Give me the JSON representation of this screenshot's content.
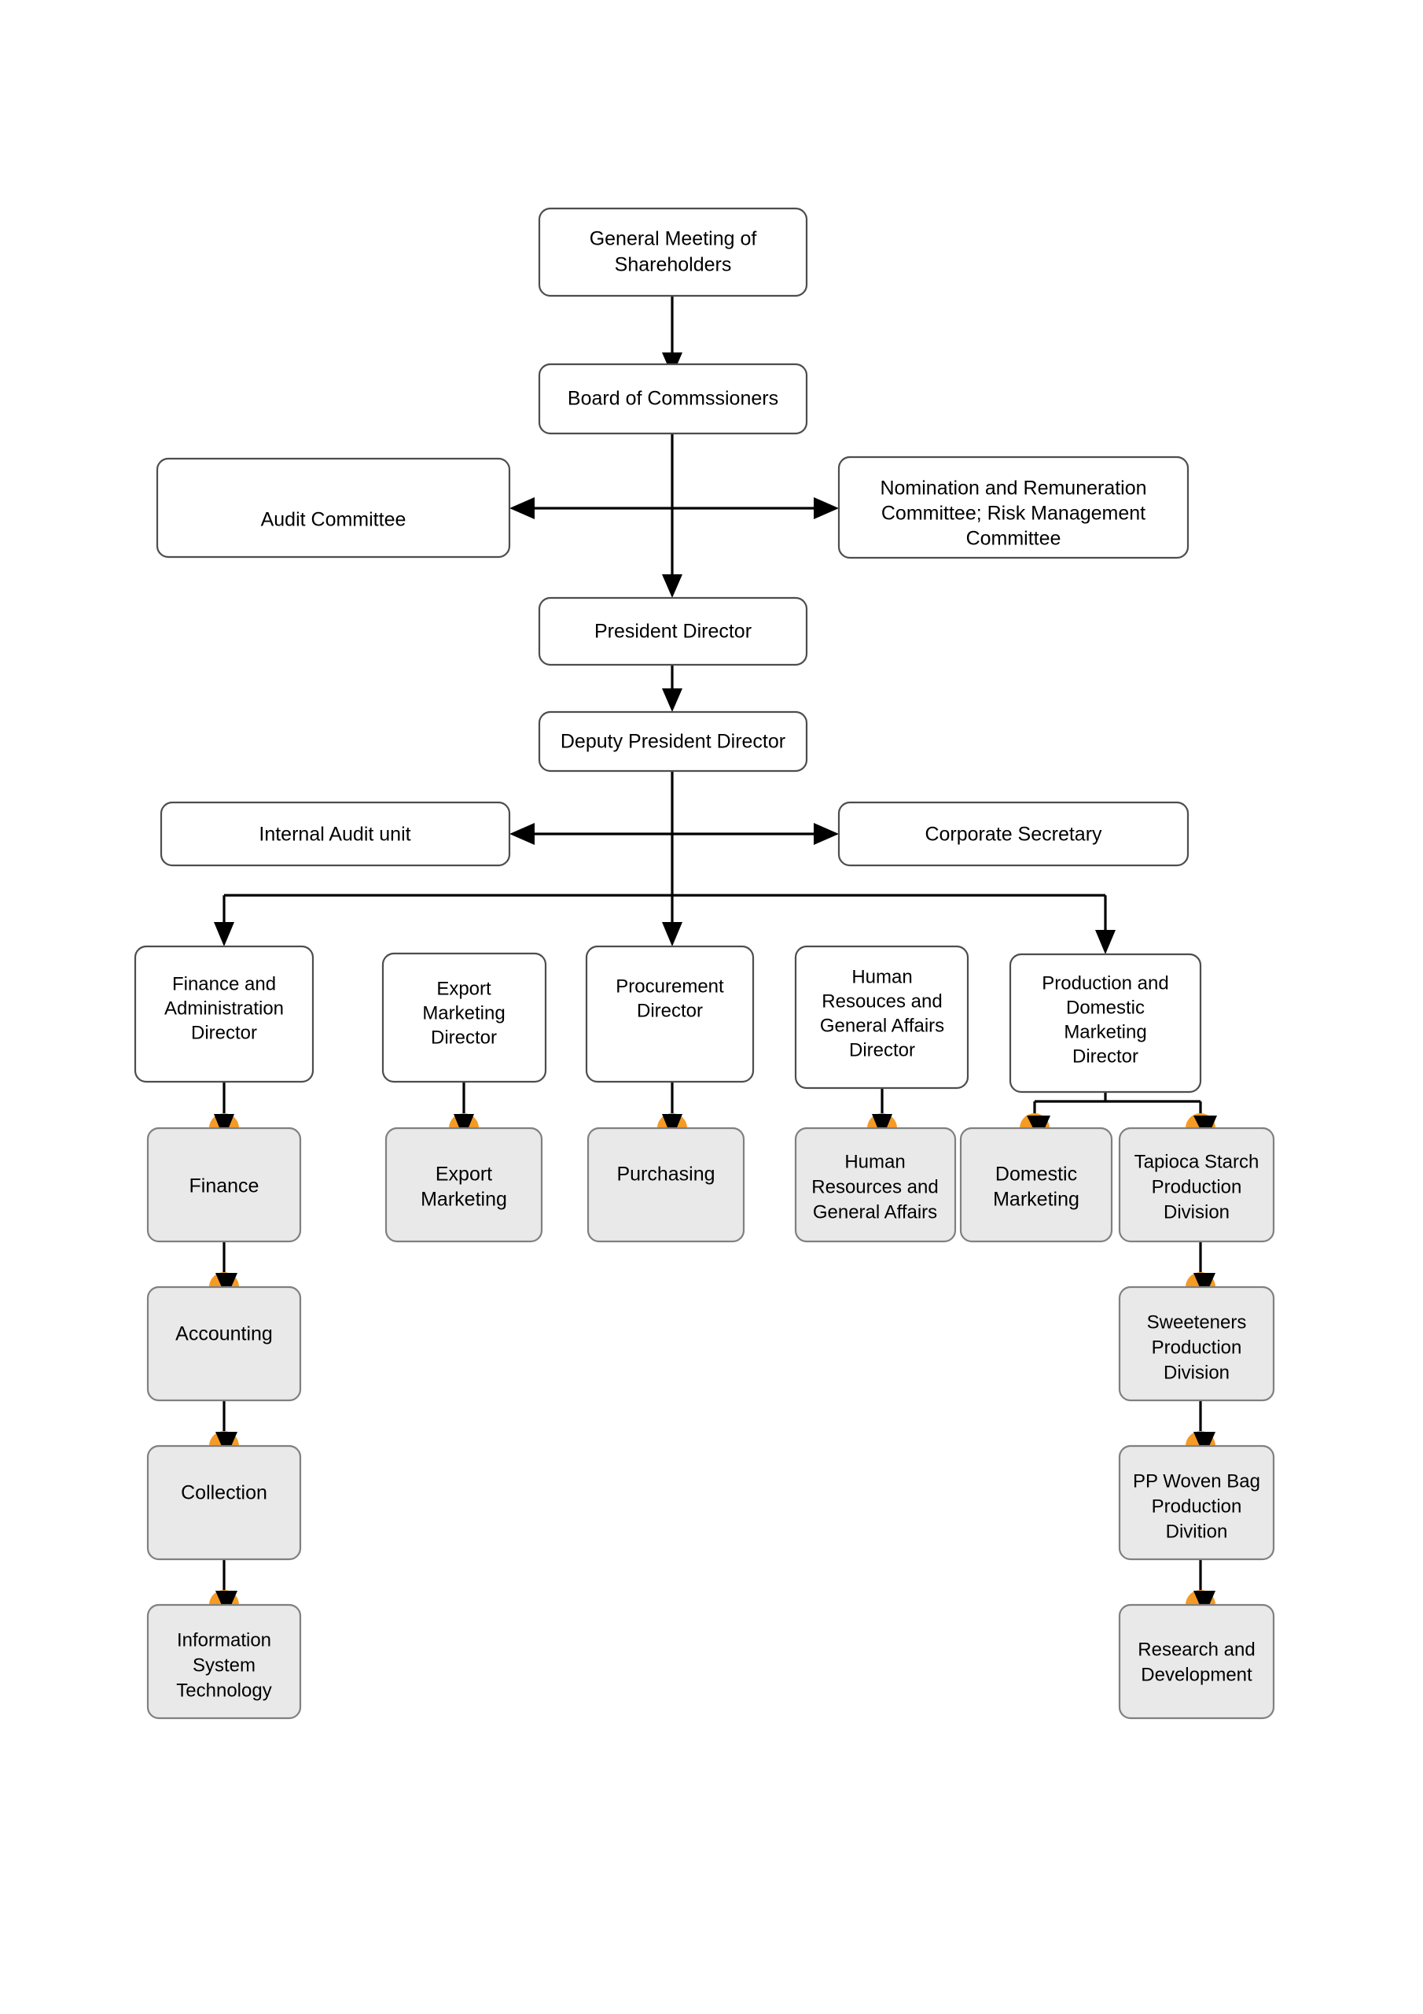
{
  "diagram": {
    "title": "Organizational Structure Chart",
    "colors": {
      "connector_dot": "#f59b25",
      "grey_node_fill": "#e9e9e9",
      "white_node_fill": "#ffffff",
      "node_stroke": "#4d4d4d",
      "grey_node_stroke": "#808080",
      "edge": "#000000"
    },
    "nodes": {
      "general_meeting": "General Meeting of Shareholders",
      "board_commissioners": "Board of Commssioners",
      "audit_committee": "Audit Committee",
      "nomination_committee": "Nomination and Remuneration Committee; Risk Management Committee",
      "president_director": "President Director",
      "deputy_president_director": "Deputy President Director",
      "internal_audit_unit": "Internal Audit unit",
      "corporate_secretary": "Corporate Secretary",
      "finance_admin_director": "Finance and Administration Director",
      "export_marketing_director": "Export Marketing Director",
      "procurement_director": "Procurement Director",
      "hr_ga_director": "Human Resouces and General Affairs Director",
      "production_domestic_director": "Production and Domestic Marketing Director",
      "finance": "Finance",
      "export_marketing": "Export Marketing",
      "purchasing": "Purchasing",
      "hr_ga": "Human Resources and General Affairs",
      "domestic_marketing": "Domestic Marketing",
      "tapioca_starch": "Tapioca Starch Production Division",
      "accounting": "Accounting",
      "sweeteners": "Sweeteners Production Division",
      "collection": "Collection",
      "pp_woven_bag": "PP Woven Bag Production Divition",
      "information_system_technology": "Information System Technology",
      "research_development": "Research and Development"
    },
    "node_lines": {
      "general_meeting": [
        "General Meeting of",
        "Shareholders"
      ],
      "board_commissioners": [
        "Board of Commssioners"
      ],
      "audit_committee": [
        "Audit Committee"
      ],
      "nomination_committee": [
        "Nomination and Remuneration",
        "Committee; Risk Management",
        "Committee"
      ],
      "president_director": [
        "President Director"
      ],
      "deputy_president_director": [
        "Deputy President Director"
      ],
      "internal_audit_unit": [
        "Internal Audit unit"
      ],
      "corporate_secretary": [
        "Corporate Secretary"
      ],
      "finance_admin_director": [
        "Finance and",
        "Administration",
        "Director"
      ],
      "export_marketing_director": [
        "Export",
        "Marketing",
        "Director"
      ],
      "procurement_director": [
        "Procurement",
        "Director"
      ],
      "hr_ga_director": [
        "Human",
        "Resouces and",
        "General Affairs",
        "Director"
      ],
      "production_domestic_director": [
        "Production and",
        "Domestic",
        "Marketing",
        "Director"
      ],
      "finance": [
        "Finance"
      ],
      "export_marketing": [
        "Export",
        "Marketing"
      ],
      "purchasing": [
        "Purchasing"
      ],
      "hr_ga": [
        "Human",
        "Resources and",
        "General Affairs"
      ],
      "domestic_marketing": [
        "Domestic",
        "Marketing"
      ],
      "tapioca_starch": [
        "Tapioca Starch",
        "Production",
        "Division"
      ],
      "accounting": [
        "Accounting"
      ],
      "sweeteners": [
        "Sweeteners",
        "Production",
        "Division"
      ],
      "collection": [
        "Collection"
      ],
      "pp_woven_bag": [
        "PP Woven Bag",
        "Production",
        "Divition"
      ],
      "information_system_technology": [
        "Information",
        "System",
        "Technology"
      ],
      "research_development": [
        "Research and",
        "Development"
      ]
    },
    "relationships": [
      "General Meeting of Shareholders -> Board of Commssioners",
      "Board of Commssioners -> President Director",
      "Audit Committee <-> Nomination and Remuneration Committee; Risk Management Committee",
      "President Director -> Deputy President Director",
      "Internal Audit unit <-> Corporate Secretary",
      "Deputy President Director -> Finance and Administration Director",
      "Deputy President Director -> Procurement Director",
      "Deputy President Director -> Production and Domestic Marketing Director",
      "Finance and Administration Director -> Finance",
      "Export Marketing Director -> Export Marketing",
      "Procurement Director -> Purchasing",
      "Human Resouces and General Affairs Director -> Human Resources and General Affairs",
      "Production and Domestic Marketing Director -> Domestic Marketing",
      "Production and Domestic Marketing Director -> Tapioca Starch Production Division",
      "Finance -> Accounting",
      "Accounting -> Collection",
      "Collection -> Information System Technology",
      "Tapioca Starch Production Division -> Sweeteners Production Division",
      "Sweeteners Production Division -> PP Woven Bag Production Divition",
      "PP Woven Bag Production Divition -> Research and Development"
    ]
  }
}
